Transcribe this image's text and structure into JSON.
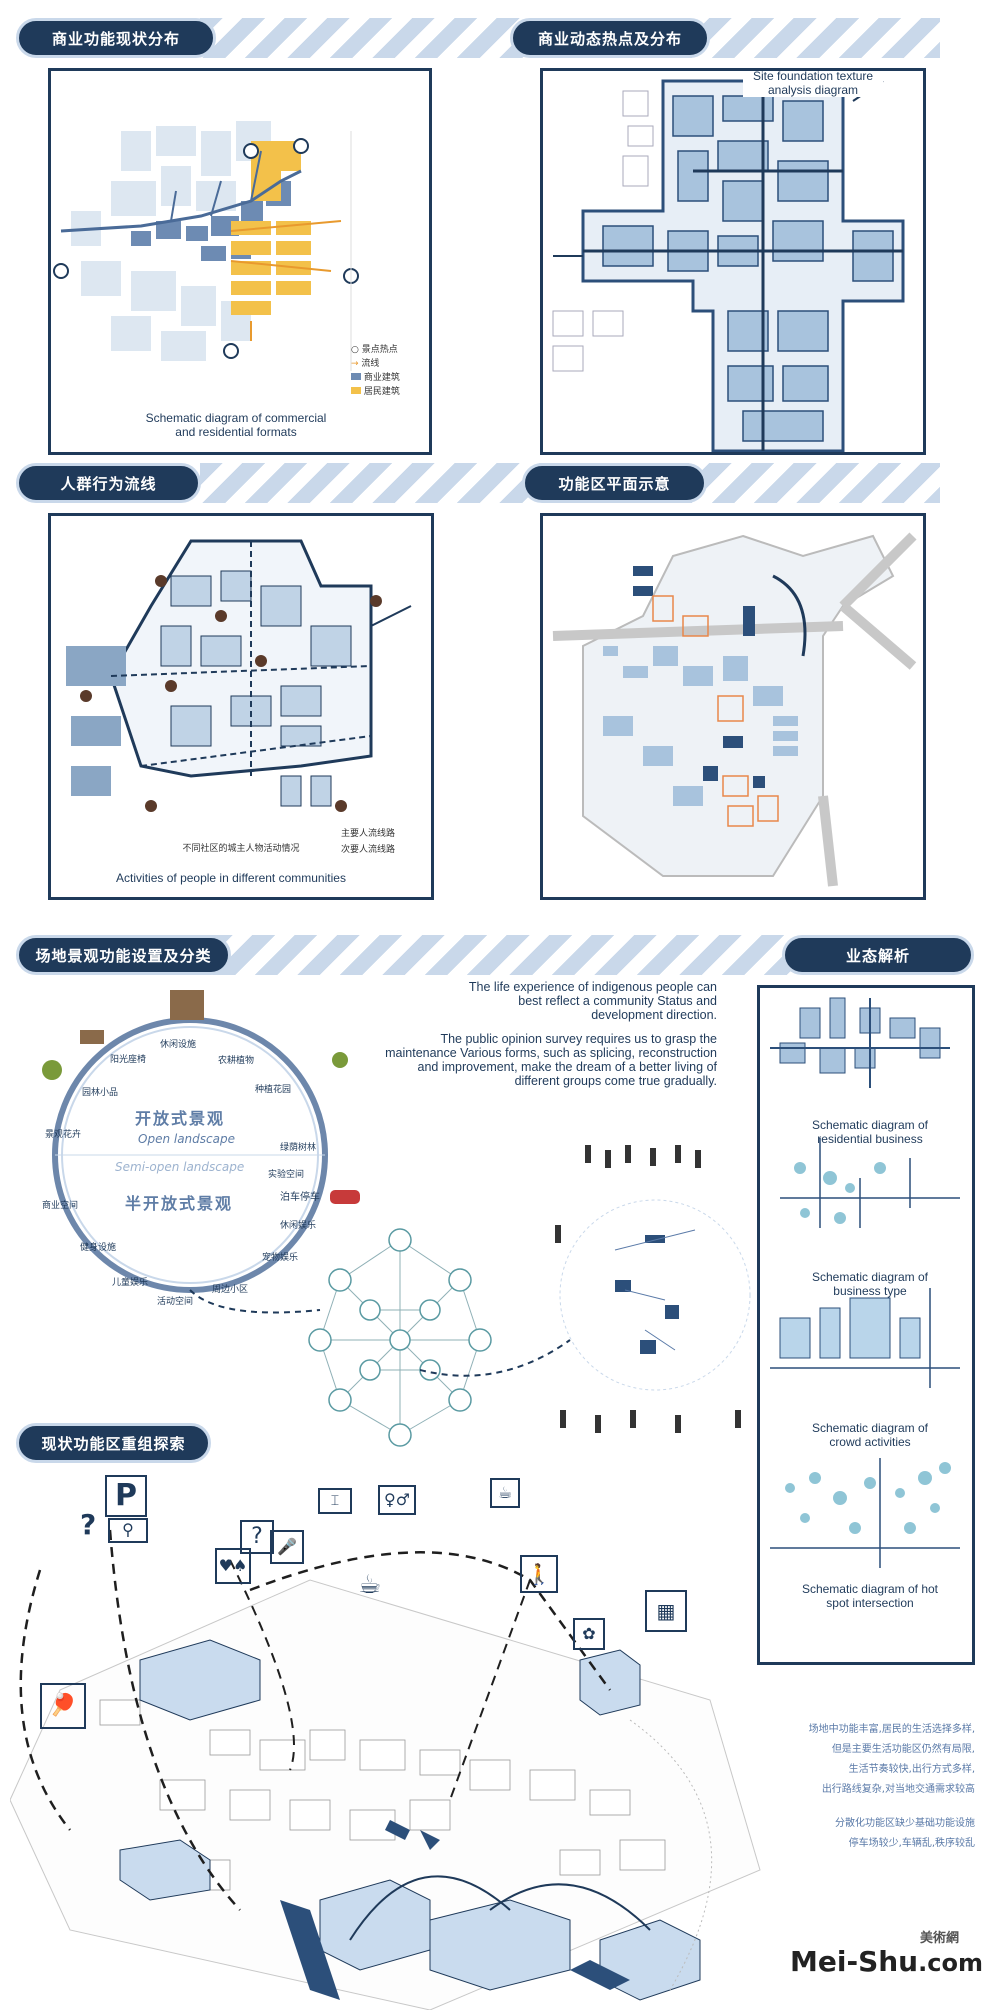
{
  "sections": {
    "commercial_status": "商业功能现状分布",
    "commercial_hotspots": "商业动态热点及分布",
    "crowd_flow": "人群行为流线",
    "functional_zone": "功能区平面示意",
    "landscape_function": "场地景观功能设置及分类",
    "business_analysis": "业态解析",
    "reorganization": "现状功能区重组探索"
  },
  "panel1": {
    "caption": "Schematic diagram of commercial and residential formats",
    "legend": [
      "景点热点",
      "流线",
      "商业建筑",
      "居民建筑"
    ]
  },
  "panel2": {
    "caption": "Site foundation texture analysis diagram"
  },
  "panel3": {
    "caption": "Activities of people in different communities",
    "small_label": "不同社区的城主人物活动情况",
    "legend": [
      "主要人流线路",
      "次要人流线路"
    ]
  },
  "landscape": {
    "open_cn": "开放式景观",
    "open_en": "Open landscape",
    "semi_en": "Semi-open landscape",
    "semi_cn": "半开放式景观",
    "ring_labels": [
      "阳光座椅",
      "休闲设施",
      "农耕植物",
      "种植花园",
      "园林小品",
      "绿荫树林",
      "景观花卉",
      "商业空间",
      "泊车停车",
      "休闲娱乐",
      "宠物娱乐",
      "儿童娱乐",
      "活动空间",
      "健身设施",
      "周边小区",
      "实验空间"
    ]
  },
  "intro_text": {
    "p1": "The life experience of indigenous people can best reflect a community Status and development direction.",
    "p2": "The public opinion survey requires us to grasp the maintenance Various forms, such as splicing, reconstruction and improvement, make the dream of a better living of different groups come true gradually."
  },
  "business_panel": {
    "captions": [
      "Schematic diagram of residential business",
      "Schematic diagram of business type",
      "Schematic diagram of crowd activities",
      "Schematic diagram of hot spot intersection"
    ]
  },
  "notes": {
    "line1": "场地中功能丰富,居民的生活选择多样,",
    "line2": "但是主要生活功能区仍然有局限,",
    "line3": "生活节奏较快,出行方式多样,",
    "line4": "出行路线复杂,对当地交通需求较高",
    "line5": "分散化功能区缺少基础功能设施",
    "line6": "停车场较少,车辆乱,秩序较乱"
  },
  "logo": {
    "text": "Mei-Shu",
    "suffix": ".com",
    "cn": "美術網"
  },
  "colors": {
    "navy": "#1f3a5a",
    "light_blue": "#c9d8ea",
    "building_blue": "#a8c3dd",
    "orange": "#f0a830"
  },
  "icons": [
    "parking-icon",
    "bicycle-icon",
    "question-icon",
    "toilet-icon",
    "drink-icon",
    "coffee-icon",
    "pedestrian-icon",
    "cinema-icon",
    "pingpong-icon",
    "bed-icon"
  ]
}
